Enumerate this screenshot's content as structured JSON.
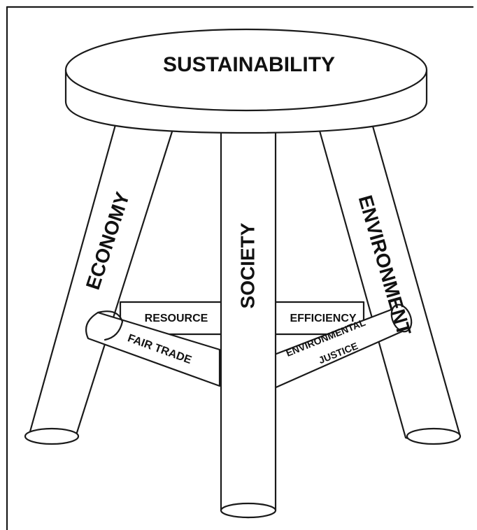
{
  "diagram": {
    "seat_label": "SUSTAINABILITY",
    "legs": {
      "left": "ECONOMY",
      "center": "SOCIETY",
      "right": "ENVIRONMENT"
    },
    "rungs": {
      "back_left": "RESOURCE",
      "back_right": "EFFICIENCY",
      "front_left": "FAIR TRADE",
      "front_right_line1": "ENVIRONMENTAL",
      "front_right_line2": "JUSTICE"
    }
  }
}
